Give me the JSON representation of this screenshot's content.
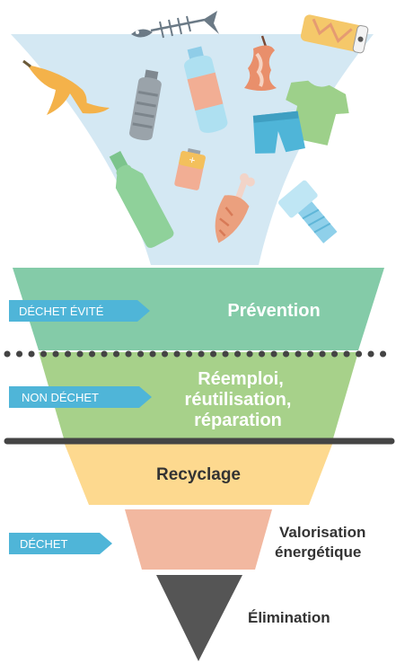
{
  "tags": {
    "avoided": "DÉCHET ÉVITÉ",
    "non_waste": "NON DÉCHET",
    "waste": "DÉCHET"
  },
  "tiers": {
    "prevention": "Prévention",
    "reuse_line1": "Réemploi,",
    "reuse_line2": "réutilisation,",
    "reuse_line3": "réparation",
    "recycling": "Recyclage",
    "energy_line1": "Valorisation",
    "energy_line2": "énergétique",
    "elimination": "Élimination"
  },
  "colors": {
    "funnel_top": "#d4e8f3",
    "prevention": "#84cba8",
    "reuse": "#a7d18a",
    "recycling": "#fdd98f",
    "energy": "#f2b8a0",
    "elimination": "#555555",
    "tag": "#4fb5d8",
    "divider": "#444444"
  },
  "icons": [
    "fish-bone-icon",
    "crushed-can-icon",
    "banana-peel-icon",
    "plastic-bottle-icon",
    "apple-core-icon",
    "water-bottle-icon",
    "t-shirt-icon",
    "shorts-icon",
    "battery-icon",
    "glass-bottle-icon",
    "chicken-leg-icon",
    "bolt-icon"
  ]
}
